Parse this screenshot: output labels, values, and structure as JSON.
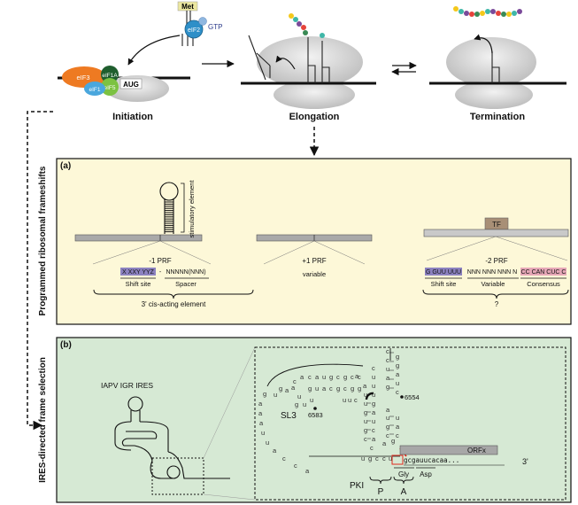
{
  "top": {
    "met_label": "Met",
    "eif2_label": "eIF2",
    "gtp_label": "GTP",
    "eif3_label": "eIF3",
    "eif1a_label": "eIF1A",
    "eif1_label": "eIF1",
    "eif5_label": "eIF5",
    "aug_label": "AUG",
    "initiation_label": "Initiation",
    "elongation_label": "Elongation",
    "termination_label": "Termination"
  },
  "panel_a": {
    "panel_letter": "(a)",
    "side_label": "Programmed ribosomal frameshifts",
    "stimulatory_label": "stimulatory element",
    "minus1": {
      "title": "-1 PRF",
      "seq_shift": "X XXY YYZ",
      "seq_dash": "-",
      "seq_spacer": "NNNNN(NNN)",
      "shift_label": "Shift site",
      "spacer_label": "Spacer"
    },
    "plus1": {
      "title": "+1 PRF",
      "variable_label": "variable"
    },
    "minus2": {
      "tf_label": "TF",
      "title": "-2 PRF",
      "seq_shift": "G GUU UUU",
      "seq_variable": "NNN NNN NNN N",
      "seq_consensus": "CC CAN CUC C",
      "shift_label": "Shift site",
      "variable_label": "Variable",
      "consensus_label": "Consensus"
    },
    "cis_label": "3' cis-acting element",
    "question_label": "?"
  },
  "panel_b": {
    "panel_letter": "(b)",
    "side_label": "IRES-directed frame selection",
    "ires_title": "IAPV IGR IRES",
    "sl3_label": "SL3",
    "num_6583": "6583",
    "num_6554": "6554",
    "orfx_label": "ORFx",
    "seq_3prime": "gcgauucacaa...",
    "three_prime": "3'",
    "pki_label": "PKI",
    "p_label": "P",
    "a_label": "A",
    "gly_label": "Gly",
    "asp_label": "Asp"
  },
  "colors": {
    "panel_a_bg": "#fdf8d8",
    "panel_b_bg": "#d6e9d4",
    "eif3": "#ee7a22",
    "eif1a": "#1f5e2e",
    "eif5": "#7cc242",
    "eif1": "#4aa7dd",
    "eif2": "#2e8fc8",
    "met_box": "#ece7a0",
    "tf_box": "#a88f76",
    "shift_box": "#8c82c0",
    "consensus_box": "#e6a7b7",
    "orfx_box": "#a7a7a7"
  },
  "icons": [
    "ribosome-icon",
    "trna-icon",
    "peptide-chain-icon",
    "stem-loop-icon",
    "ires-structure-icon"
  ]
}
